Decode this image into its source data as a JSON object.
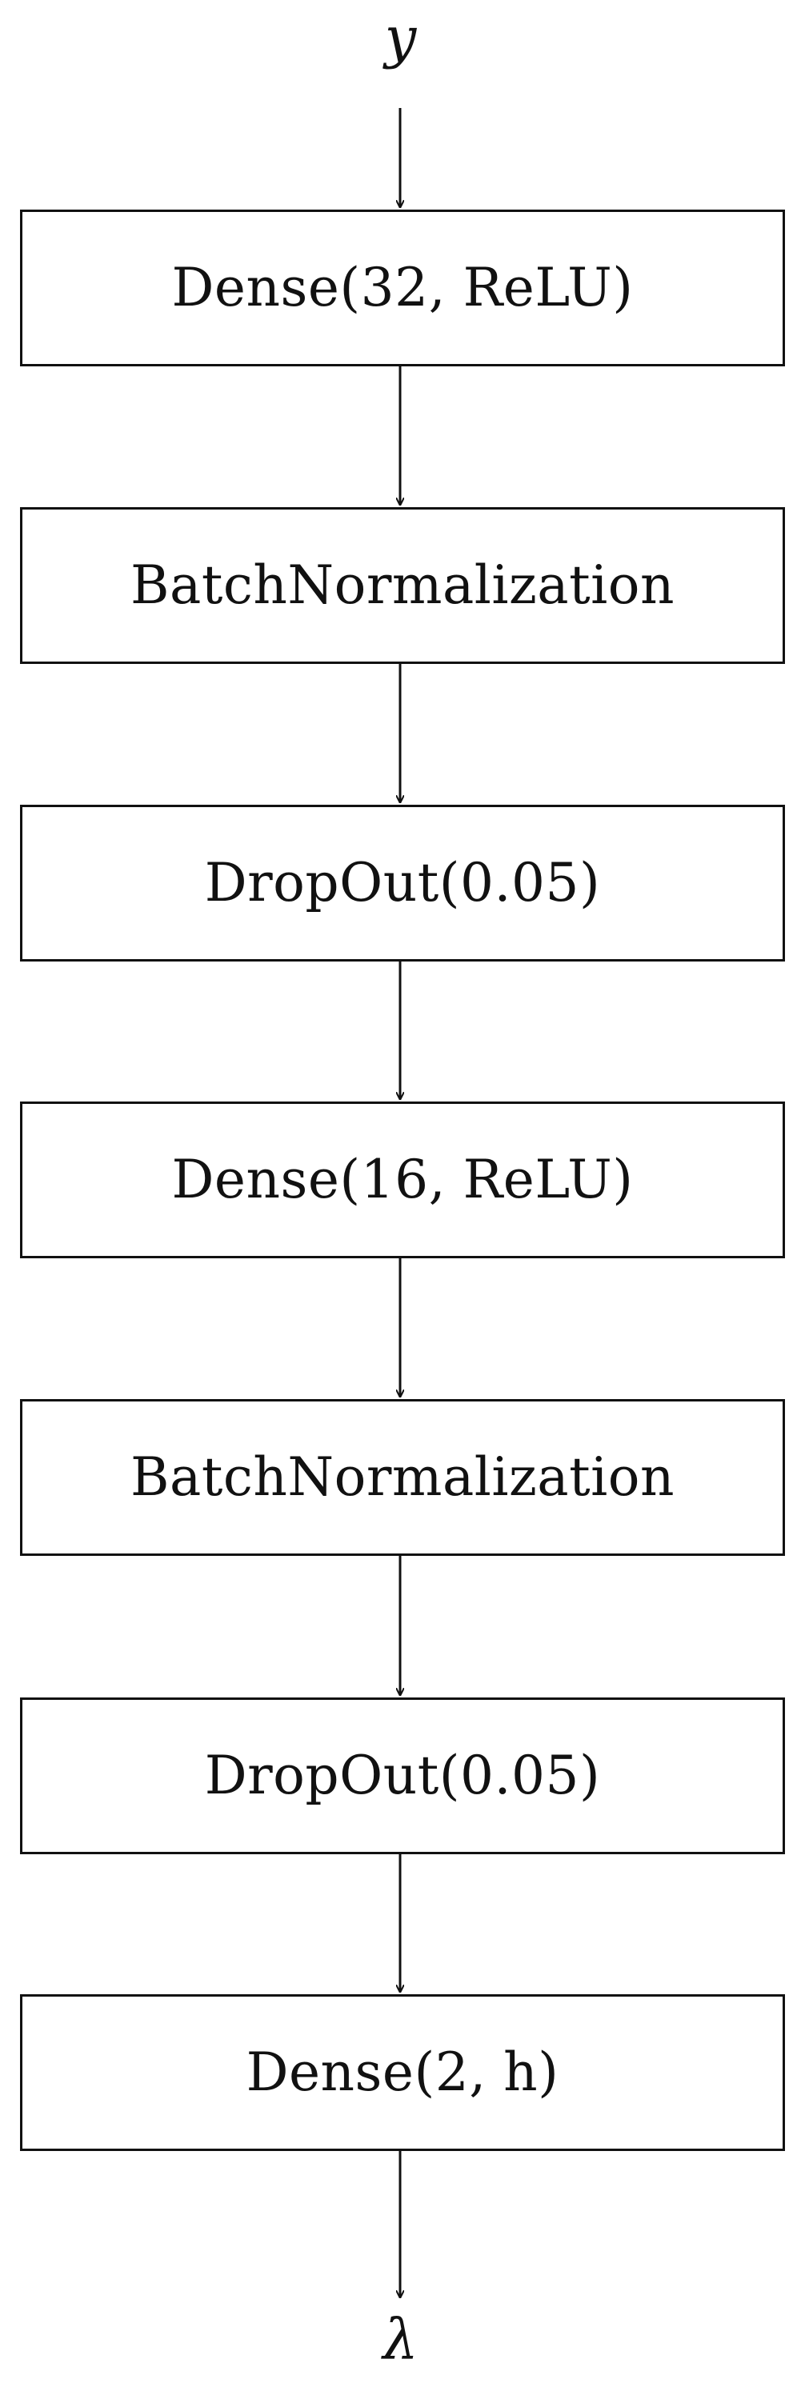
{
  "diagram": {
    "input": "y",
    "output": "λ",
    "layers": [
      "Dense(32, ReLU)",
      "BatchNormalization",
      "DropOut(0.05)",
      "Dense(16, ReLU)",
      "BatchNormalization",
      "DropOut(0.05)",
      "Dense(2, h)"
    ]
  }
}
